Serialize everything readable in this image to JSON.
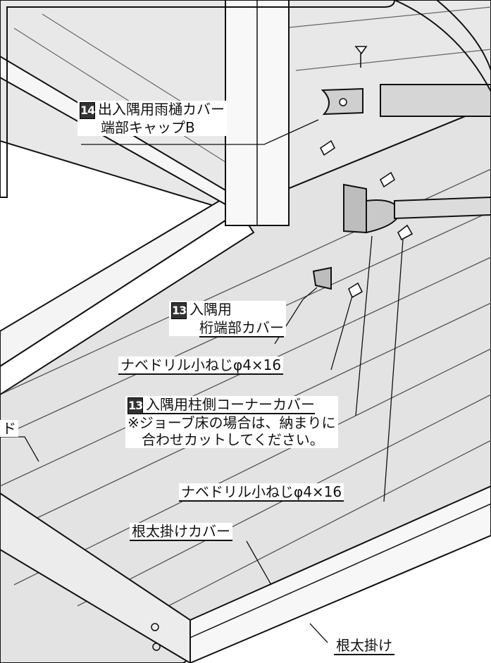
{
  "labels": {
    "gutter_cap": {
      "badge": "14",
      "line1": "出入隅用雨樋カバー",
      "line2": "端部キャップB"
    },
    "girder_cover": {
      "badge": "13",
      "line1": "入隅用",
      "line2": "桁端部カバー"
    },
    "screw_top": "ナベドリル小ねじφ4×16",
    "corner_cover": {
      "badge": "13",
      "title": "入隅用柱側コーナーカバー",
      "note1": "※ジョーブ床の場合は、納まりに",
      "note2": "合わせカットしてください。"
    },
    "screw_bottom": "ナベドリル小ねじφ4×16",
    "joist_cover": "根太掛けカバー",
    "joist": "根太掛け",
    "edge_fragment": "ド"
  },
  "colors": {
    "floor": "#e3e3e3",
    "floor_dark": "#cfcfcf",
    "line": "#111111",
    "badge_bg": "#333333"
  }
}
